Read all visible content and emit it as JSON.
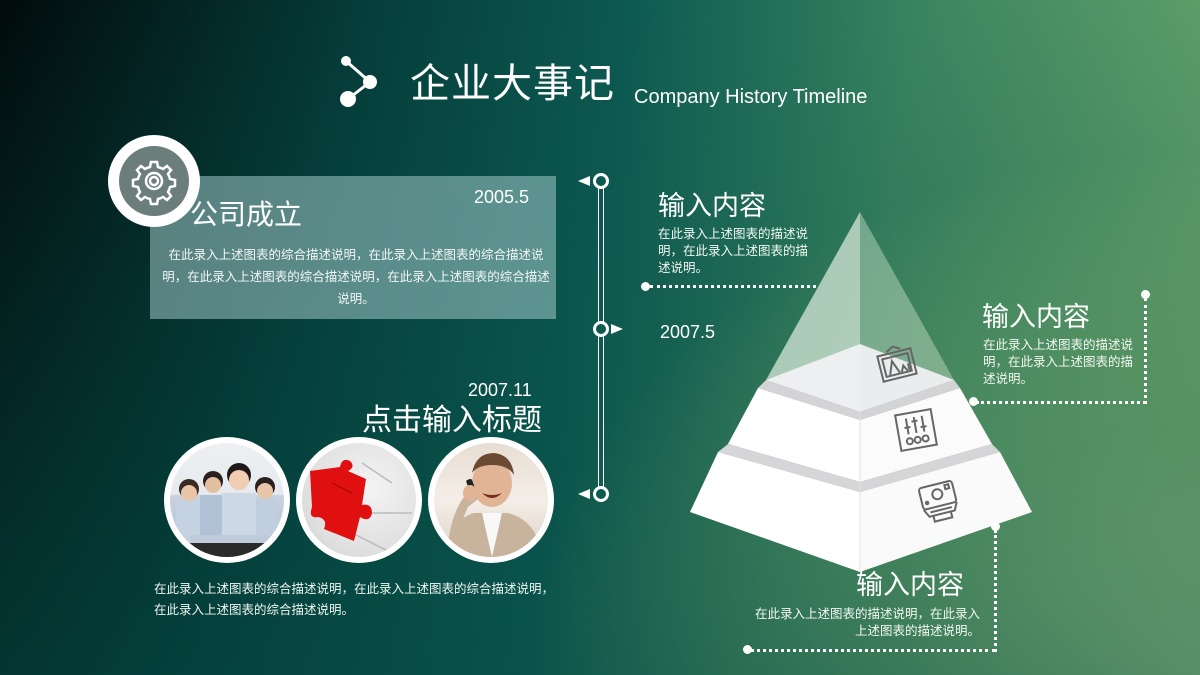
{
  "header": {
    "title_cn": "企业大事记",
    "title_en": "Company History Timeline",
    "icon": "share-nodes-icon"
  },
  "colors": {
    "bg_top_left": "#020c0c",
    "bg_bottom_left": "#054a44",
    "bg_top_right": "#6aa66c",
    "bg_bottom_right": "#b8e092",
    "card_fill": "#7fa8a4",
    "gear_fill": "#6b7e7c",
    "pyramid_top": "#c4dcc4",
    "pyramid_white": "#ffffff",
    "pyramid_shadow": "#d6d6d8",
    "icon_gray": "#666666"
  },
  "card1": {
    "icon": "gear-icon",
    "date": "2005.5",
    "title": "公司成立",
    "description": "在此录入上述图表的综合描述说明，在此录入上述图表的综合描述说明，在此录入上述图表的综合描述说明，在此录入上述图表的综合描述说明。"
  },
  "timeline": {
    "nodes": [
      {
        "arrow": "left"
      },
      {
        "arrow": "right",
        "date": "2007.5"
      },
      {
        "arrow": "left"
      }
    ]
  },
  "section2": {
    "date": "2007.11",
    "title": "点击输入标题",
    "photos": [
      {
        "name": "team-photo",
        "alt": "business team"
      },
      {
        "name": "puzzle-photo",
        "alt": "red puzzle piece"
      },
      {
        "name": "phone-man-photo",
        "alt": "laughing man on phone"
      }
    ],
    "description": "在此录入上述图表的综合描述说明，在此录入上述图表的综合描述说明，在此录入上述图表的综合描述说明。"
  },
  "pyramid": {
    "levels": [
      {
        "icon": "picture-frame-icon"
      },
      {
        "icon": "equalizer-sliders-icon"
      },
      {
        "icon": "instant-camera-icon"
      }
    ]
  },
  "info_blocks": [
    {
      "title": "输入内容",
      "description": "在此录入上述图表的描述说明，在此录入上述图表的描述说明。"
    },
    {
      "title": "输入内容",
      "description": "在此录入上述图表的描述说明，在此录入上述图表的描述说明。"
    },
    {
      "title": "输入内容",
      "description": "在此录入上述图表的描述说明，在此录入上述图表的描述说明。"
    }
  ]
}
